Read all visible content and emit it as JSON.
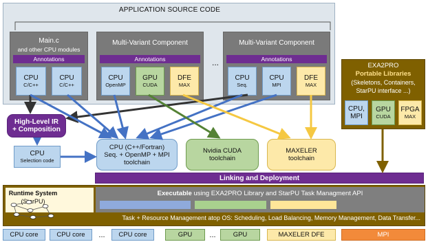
{
  "source": {
    "title": "APPLICATION SOURCE CODE"
  },
  "main_c": {
    "title_line1": "Main.c",
    "title_line2": "and other CPU modules",
    "annotations": "Annotations",
    "cpu1": {
      "label": "CPU",
      "sub": "C/C++"
    },
    "cpu2": {
      "label": "CPU",
      "sub": "C/C++"
    }
  },
  "mvc1": {
    "title": "Multi-Variant Component",
    "annotations": "Annotations",
    "cpu": {
      "label": "CPU",
      "sub": "OpenMP"
    },
    "gpu": {
      "label": "GPU",
      "sub": "CUDA"
    },
    "dfe": {
      "label": "DFE",
      "sub": "MAX"
    }
  },
  "ellipsis_top": "...",
  "mvc2": {
    "title": "Multi-Variant Component",
    "annotations": "Annotations",
    "cpu1": {
      "label": "CPU",
      "sub": "Seq."
    },
    "cpu2": {
      "label": "CPU",
      "sub": "MPI"
    },
    "dfe": {
      "label": "DFE",
      "sub": "MAX"
    }
  },
  "exa2pro": {
    "title": "EXA2PRO",
    "subtitle": "Portable Libraries",
    "desc1": "(Skeletons, Containers,",
    "desc2": "StarPU interface ...)",
    "cpu": {
      "label": "CPU,",
      "sub": "MPI"
    },
    "gpu": {
      "label": "GPU",
      "sub": "CUDA"
    },
    "fpga": {
      "label": "FPGA",
      "sub": "MAX"
    }
  },
  "high_level_ir": {
    "line1": "High-Level IR",
    "line2": "+ Composition"
  },
  "cpu_selection": {
    "label": "CPU",
    "sub": "Selection code"
  },
  "cpu_toolchain": {
    "line1": "CPU (C++/Fortran)",
    "line2": "Seq. + OpenMP + MPI",
    "line3": "toolchain"
  },
  "cuda_toolchain": {
    "line1": "Nvidia CUDA",
    "line2": "toolchain"
  },
  "maxeler_toolchain": {
    "line1": "MAXELER",
    "line2": "toolchain"
  },
  "linking": "Linking and Deployment",
  "runtime": {
    "title": "Runtime System",
    "subtitle": "(StarPU)"
  },
  "executable": {
    "bold": "Executable",
    "rest": " using EXA2PRO Library and StarPU Task Managment API"
  },
  "task_mgmt": "Task + Resource Management atop OS:  Scheduling, Load Balancing, Memory Management, Data Transfer...",
  "hardware": {
    "cpu_core_1": "CPU core",
    "cpu_core_2": "CPU core",
    "ellipsis_1": "...",
    "cpu_core_3": "CPU core",
    "gpu_1": "GPU",
    "ellipsis_2": "...",
    "gpu_2": "GPU",
    "maxeler": "MAXELER DFE",
    "mpi": "MPI"
  },
  "colors": {
    "cpu": "#bcd6ee",
    "gpu": "#b8d6a0",
    "dfe": "#fde9a9",
    "purple": "#6e2d91",
    "brown": "#7f6000",
    "mpi": "#f28a3a",
    "arrow_blue": "#4472c4",
    "arrow_green": "#548235",
    "arrow_yellow": "#ffd966"
  }
}
